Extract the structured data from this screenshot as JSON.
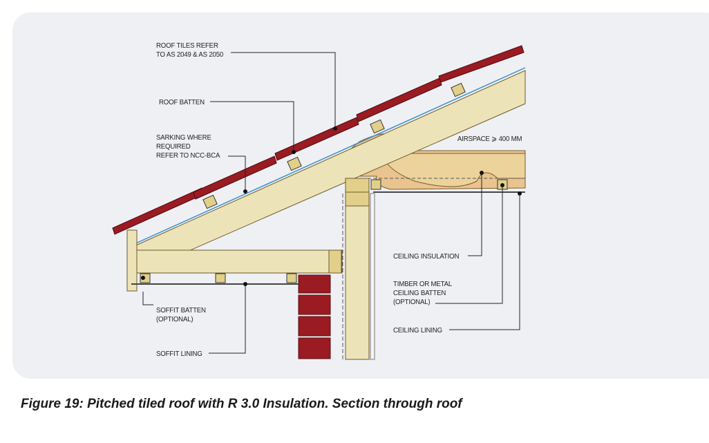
{
  "labels": {
    "roof_tiles": "ROOF TILES REFER\nTO AS 2049 & AS 2050",
    "roof_batten": "ROOF BATTEN",
    "sarking": "SARKING WHERE\nREQUIRED\nREFER TO NCC-BCA",
    "airspace": "AIRSPACE ⩾ 400 MM",
    "ceiling_insulation": "CEILING INSULATION",
    "ceiling_batten": "TIMBER OR METAL\nCEILING  BATTEN\n(OPTIONAL)",
    "ceiling_lining": "CEILING LINING",
    "soffit_batten": "SOFFIT BATTEN\n(OPTIONAL)",
    "soffit_lining": "SOFFIT LINING"
  },
  "caption": "Figure 19: Pitched tiled roof with R 3.0 Insulation. Section through roof",
  "colors": {
    "tile": "#9b1b22",
    "timber": "#ede3b8",
    "insulation": "#e9c48e",
    "brick": "#9b1b22",
    "background": "#eef0f4"
  }
}
